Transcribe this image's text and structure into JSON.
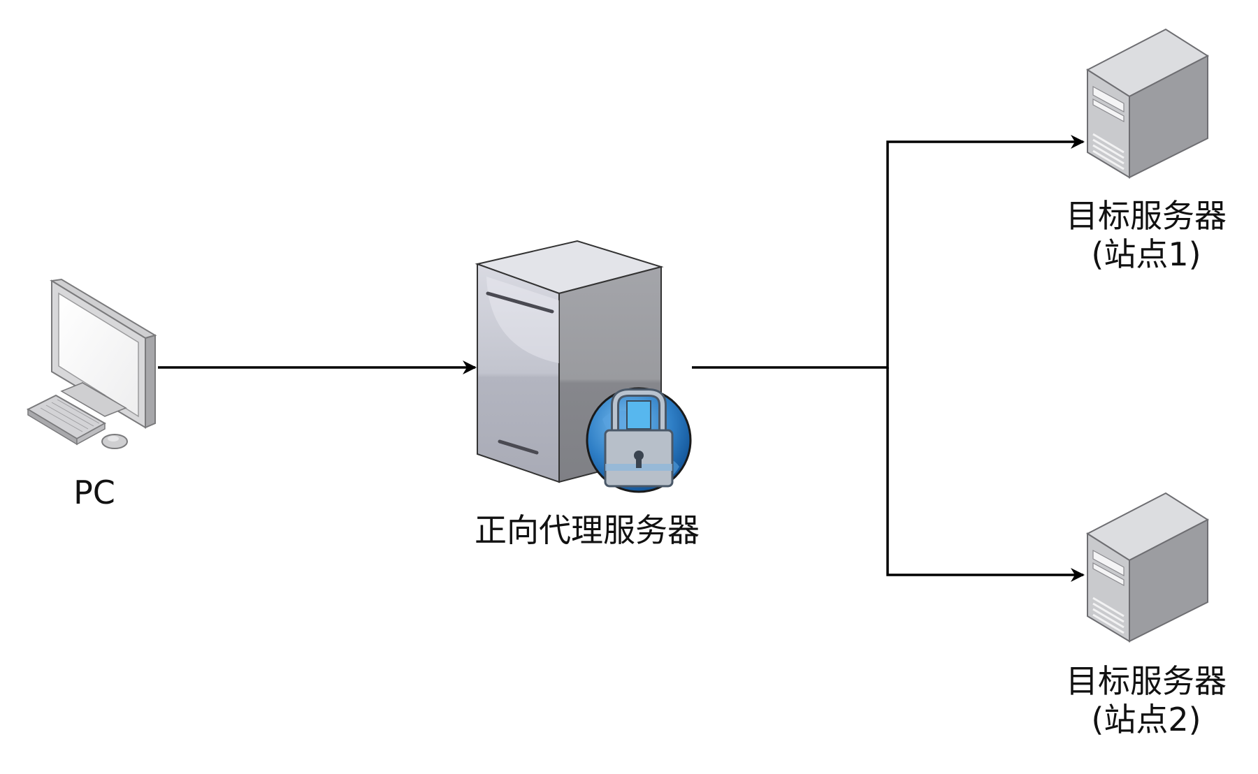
{
  "nodes": {
    "pc": {
      "label": "PC",
      "icon": "desktop-computer-icon"
    },
    "proxy": {
      "label": "正向代理服务器",
      "icon": "secure-proxy-server-icon"
    },
    "target1": {
      "label_line1": "目标服务器",
      "label_line2": "(站点1)",
      "icon": "tower-server-icon"
    },
    "target2": {
      "label_line1": "目标服务器",
      "label_line2": "(站点2)",
      "icon": "tower-server-icon"
    }
  },
  "edges": [
    {
      "from": "pc",
      "to": "proxy"
    },
    {
      "from": "proxy",
      "to": "target1"
    },
    {
      "from": "proxy",
      "to": "target2"
    }
  ],
  "colors": {
    "line": "#000000",
    "server_front": "#c8c9cc",
    "server_side": "#9a9b9f",
    "server_top": "#dcdde0",
    "globe": "#2f7fc6"
  }
}
